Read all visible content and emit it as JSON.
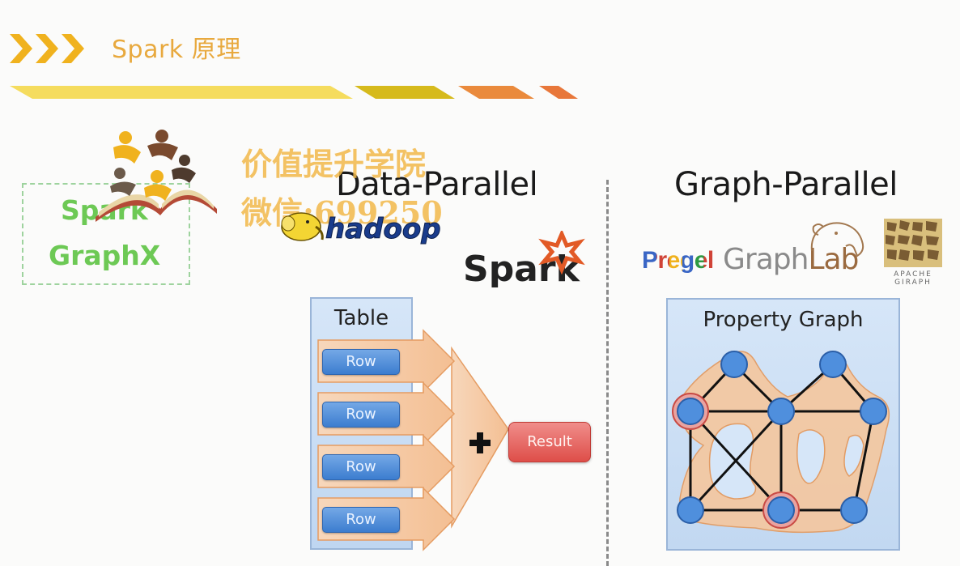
{
  "header": {
    "title": "Spark 原理",
    "accent_color": "#e8a93e"
  },
  "watermark": {
    "line1": "价值提升学院",
    "line2": "微信:699250"
  },
  "graphx_logo": {
    "line1": "Spark",
    "line2": "GraphX"
  },
  "data_parallel": {
    "heading": "Data-Parallel",
    "hadoop_label": "hadoop",
    "spark_label": "Spark",
    "table": {
      "label": "Table",
      "rows": [
        "Row",
        "Row",
        "Row",
        "Row"
      ],
      "result": "Result"
    }
  },
  "graph_parallel": {
    "heading": "Graph-Parallel",
    "pregel": "Pregel",
    "graphlab_graph": "Graph",
    "graphlab_lab": "Lab",
    "giraph_line1": "APACHE",
    "giraph_line2": "GIRAPH",
    "property_graph_label": "Property Graph"
  },
  "colors": {
    "row_blue": "#3c7dcf",
    "result_red": "#de4e49",
    "graphx_green": "#6dc955",
    "flow_orange": "#f6c9a4"
  }
}
